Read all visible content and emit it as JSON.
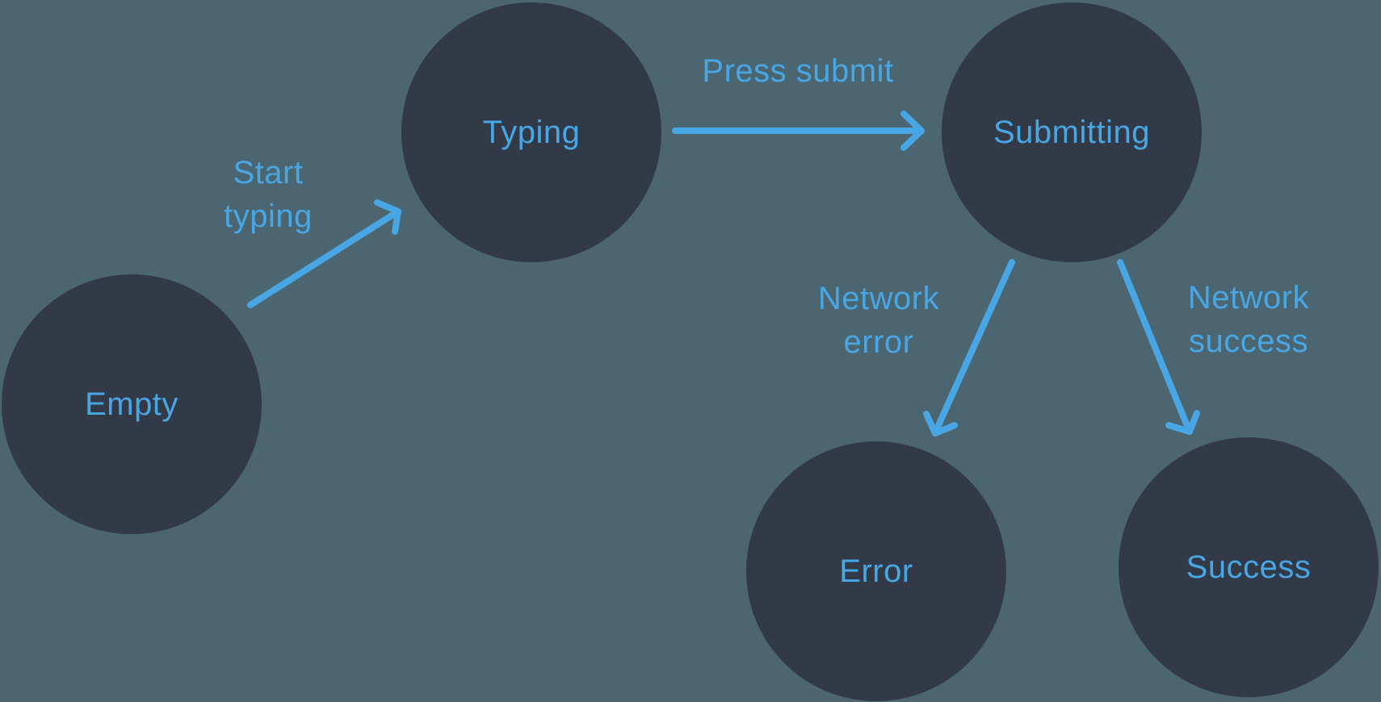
{
  "diagram": {
    "type": "state-machine",
    "colors": {
      "background": "#4C6671",
      "node_fill": "#333A47",
      "accent": "#47A6E3"
    },
    "states": [
      {
        "id": "empty",
        "label": "Empty"
      },
      {
        "id": "typing",
        "label": "Typing"
      },
      {
        "id": "submitting",
        "label": "Submitting"
      },
      {
        "id": "error",
        "label": "Error"
      },
      {
        "id": "success",
        "label": "Success"
      }
    ],
    "transitions": [
      {
        "from": "empty",
        "to": "typing",
        "label": "Start\ntyping"
      },
      {
        "from": "typing",
        "to": "submitting",
        "label": "Press submit"
      },
      {
        "from": "submitting",
        "to": "error",
        "label": "Network\nerror"
      },
      {
        "from": "submitting",
        "to": "success",
        "label": "Network\nsuccess"
      }
    ]
  }
}
